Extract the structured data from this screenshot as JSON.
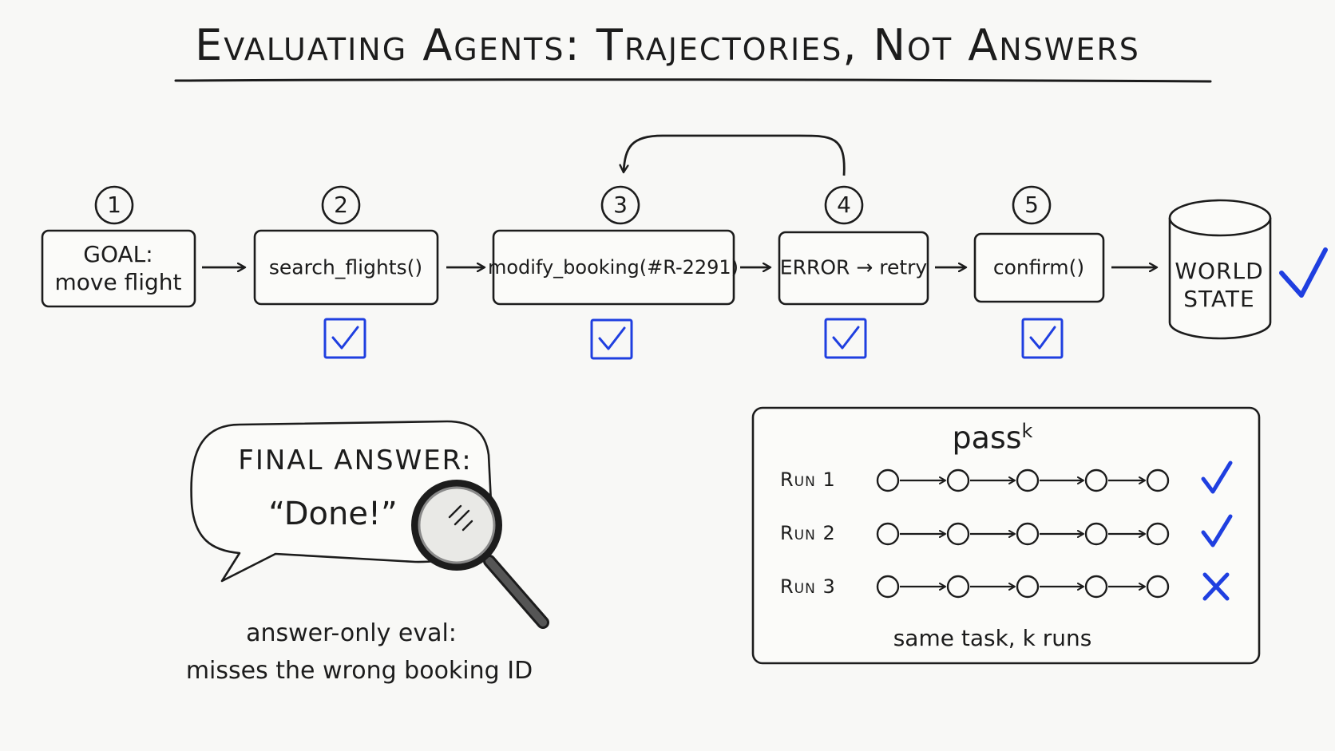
{
  "title": "Evaluating Agents: Trajectories, Not Answers",
  "trajectory": {
    "goal": {
      "line1": "GOAL:",
      "line2": "move flight"
    },
    "steps": [
      {
        "number": "1"
      },
      {
        "number": "2",
        "label": "search_flights()",
        "checked": true
      },
      {
        "number": "3",
        "label": "modify_booking(#R-2291)",
        "checked": true
      },
      {
        "number": "4",
        "label": "ERROR → retry",
        "checked": true
      },
      {
        "number": "5",
        "label": "confirm()",
        "checked": true
      }
    ],
    "world_state": {
      "line1": "WORLD",
      "line2": "STATE",
      "result": "✓"
    }
  },
  "final_answer": {
    "heading": "FINAL ANSWER:",
    "text": "“Done!”",
    "caption_line1": "answer-only eval:",
    "caption_line2": "misses the wrong booking ID"
  },
  "pass_k": {
    "title_base": "pass",
    "title_sup": "k",
    "runs": [
      {
        "label": "Run 1",
        "result": "pass"
      },
      {
        "label": "Run 2",
        "result": "pass"
      },
      {
        "label": "Run 3",
        "result": "fail"
      }
    ],
    "caption": "same task, k runs"
  },
  "colors": {
    "ink": "#1c1c1c",
    "accent": "#1f3fe0",
    "background": "#f8f8f6"
  },
  "icons": [
    "checkbox-icon",
    "checkmark-icon",
    "cross-icon",
    "database-icon",
    "magnifying-glass-icon",
    "speech-bubble-icon",
    "loop-arrow-icon"
  ]
}
